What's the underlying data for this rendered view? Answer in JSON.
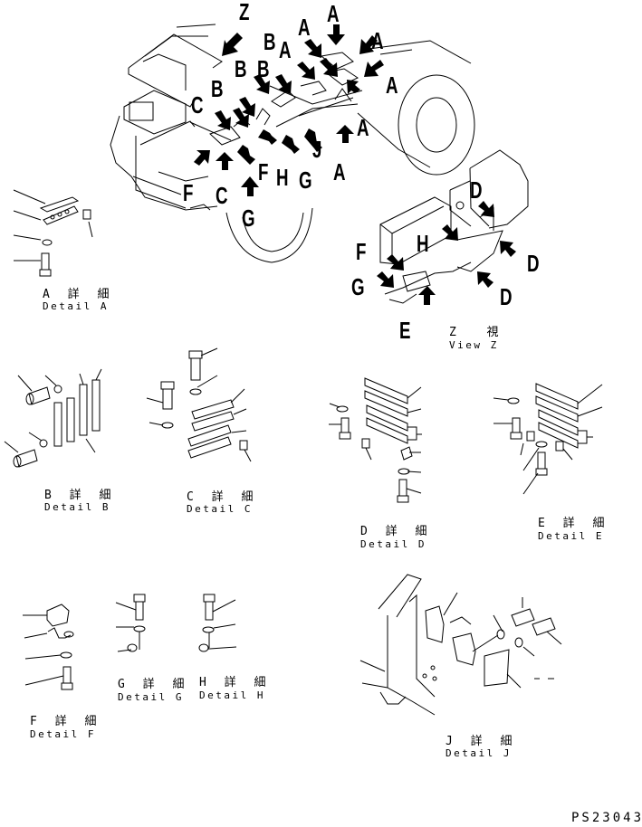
{
  "drawing_code": "PS23043",
  "overview": {
    "callouts": [
      {
        "id": "z1",
        "letter": "Z"
      },
      {
        "id": "a1",
        "letter": "A"
      },
      {
        "id": "a2",
        "letter": "A"
      },
      {
        "id": "a3",
        "letter": "A"
      },
      {
        "id": "a4",
        "letter": "A"
      },
      {
        "id": "a5",
        "letter": "A"
      },
      {
        "id": "a6",
        "letter": "A"
      },
      {
        "id": "b1",
        "letter": "B"
      },
      {
        "id": "b2",
        "letter": "B"
      },
      {
        "id": "b3",
        "letter": "B"
      },
      {
        "id": "b4",
        "letter": "B"
      },
      {
        "id": "c1",
        "letter": "C"
      },
      {
        "id": "c2",
        "letter": "C"
      },
      {
        "id": "f1",
        "letter": "F"
      },
      {
        "id": "f2",
        "letter": "F"
      },
      {
        "id": "g1",
        "letter": "G"
      },
      {
        "id": "g2",
        "letter": "G"
      },
      {
        "id": "h1",
        "letter": "H"
      },
      {
        "id": "j1",
        "letter": "J"
      }
    ]
  },
  "view_z": {
    "callouts": [
      {
        "id": "d1",
        "letter": "D"
      },
      {
        "id": "d2",
        "letter": "D"
      },
      {
        "id": "d3",
        "letter": "D"
      },
      {
        "id": "e1",
        "letter": "E"
      },
      {
        "id": "f1",
        "letter": "F"
      },
      {
        "id": "g1",
        "letter": "G"
      },
      {
        "id": "h1",
        "letter": "H"
      }
    ],
    "caption_jp": "Z  視",
    "caption_en": "View Z"
  },
  "details": [
    {
      "id": "A",
      "caption_jp": "A 詳 細",
      "caption_en": "Detail A"
    },
    {
      "id": "B",
      "caption_jp": "B 詳 細",
      "caption_en": "Detail B"
    },
    {
      "id": "C",
      "caption_jp": "C 詳 細",
      "caption_en": "Detail C"
    },
    {
      "id": "D",
      "caption_jp": "D 詳 細",
      "caption_en": "Detail D"
    },
    {
      "id": "E",
      "caption_jp": "E 詳 細",
      "caption_en": "Detail E"
    },
    {
      "id": "F",
      "caption_jp": "F 詳 細",
      "caption_en": "Detail F"
    },
    {
      "id": "G",
      "caption_jp": "G 詳 細",
      "caption_en": "Detail G"
    },
    {
      "id": "H",
      "caption_jp": "H 詳 細",
      "caption_en": "Detail H"
    },
    {
      "id": "J",
      "caption_jp": "J 詳 細",
      "caption_en": "Detail J"
    }
  ]
}
